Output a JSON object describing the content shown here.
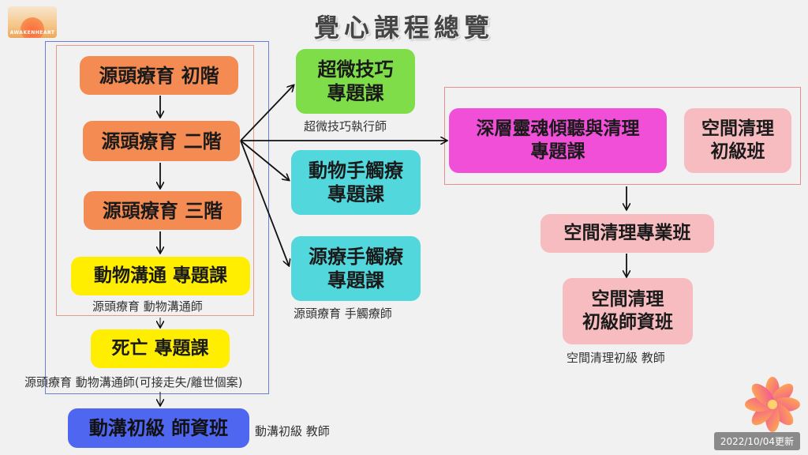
{
  "title": "覺心課程總覽",
  "logo": {
    "text": "AWAKENHEART",
    "icon": "sunset-logo-icon"
  },
  "left_column": {
    "level1": "源頭療育 初階",
    "level2": "源頭療育 二階",
    "level3": "源頭療育 三階",
    "animal_comm": "動物溝通 專題課",
    "animal_comm_caption": "源頭療育  動物溝通師",
    "death": "死亡 專題課",
    "death_caption": "源頭療育  動物溝通師(可接走失/離世個案)",
    "teacher_class": "動溝初級 師資班",
    "teacher_caption": "動溝初級  教師"
  },
  "middle_column": {
    "micro": "超微技巧\n專題課",
    "micro_caption": "超微技巧執行師",
    "animal_touch": "動物手觸療\n專題課",
    "source_touch": "源療手觸療\n專題課",
    "source_touch_caption": "源頭療育  手觸療師"
  },
  "right_column": {
    "deep_soul": "深層靈魂傾聽與清理\n專題課",
    "space_basic": "空間清理\n初級班",
    "space_pro": "空間清理專業班",
    "space_teacher": "空間清理\n初級師資班",
    "space_teacher_caption": "空間清理初級 教師"
  },
  "footer": {
    "updated": "2022/10/04更新",
    "flower_icon": "flower-icon"
  },
  "colors": {
    "orange": "#f38b53",
    "yellow": "#ffee00",
    "blue": "#4f66f0",
    "green": "#7fdd4a",
    "cyan": "#52d8dc",
    "magenta": "#f24fd8",
    "pink": "#f6bcc0"
  }
}
